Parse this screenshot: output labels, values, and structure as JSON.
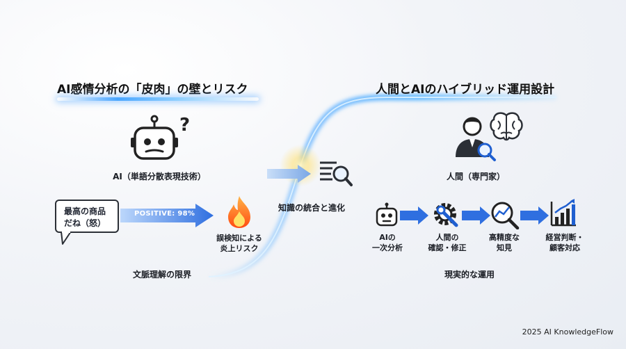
{
  "left_section": {
    "title": "AI感情分析の「皮肉」の壁とリスク",
    "ai_label": "AI（単語分散表現技術）",
    "bubble_text_line1": "最高の商品",
    "bubble_text_line2": "だね（怒）",
    "sentiment_badge": "POSITIVE: 98%",
    "risk_label_line1": "誤検知による",
    "risk_label_line2": "炎上リスク",
    "bottom_caption": "文脈理解の限界"
  },
  "center": {
    "label": "知識の統合と進化"
  },
  "right_section": {
    "title": "人間とAIのハイブリッド運用設計",
    "human_label": "人間（専門家）",
    "steps": [
      {
        "line1": "AIの",
        "line2": "一次分析",
        "icon": "robot-icon"
      },
      {
        "line1": "人間の",
        "line2": "確認・修正",
        "icon": "gear-wrench-icon"
      },
      {
        "line1": "高精度な",
        "line2": "知見",
        "icon": "magnifier-chart-icon"
      },
      {
        "line1": "経営判断・",
        "line2": "顧客対応",
        "icon": "bar-chart-icon"
      }
    ],
    "bottom_caption": "現実的な運用"
  },
  "footer": {
    "text": "2025 AI KnowledgeFlow"
  },
  "colors": {
    "accent_blue": "#2f6fe0",
    "glow_blue": "#4aa6ff",
    "fire_orange": "#ff6a1a"
  }
}
